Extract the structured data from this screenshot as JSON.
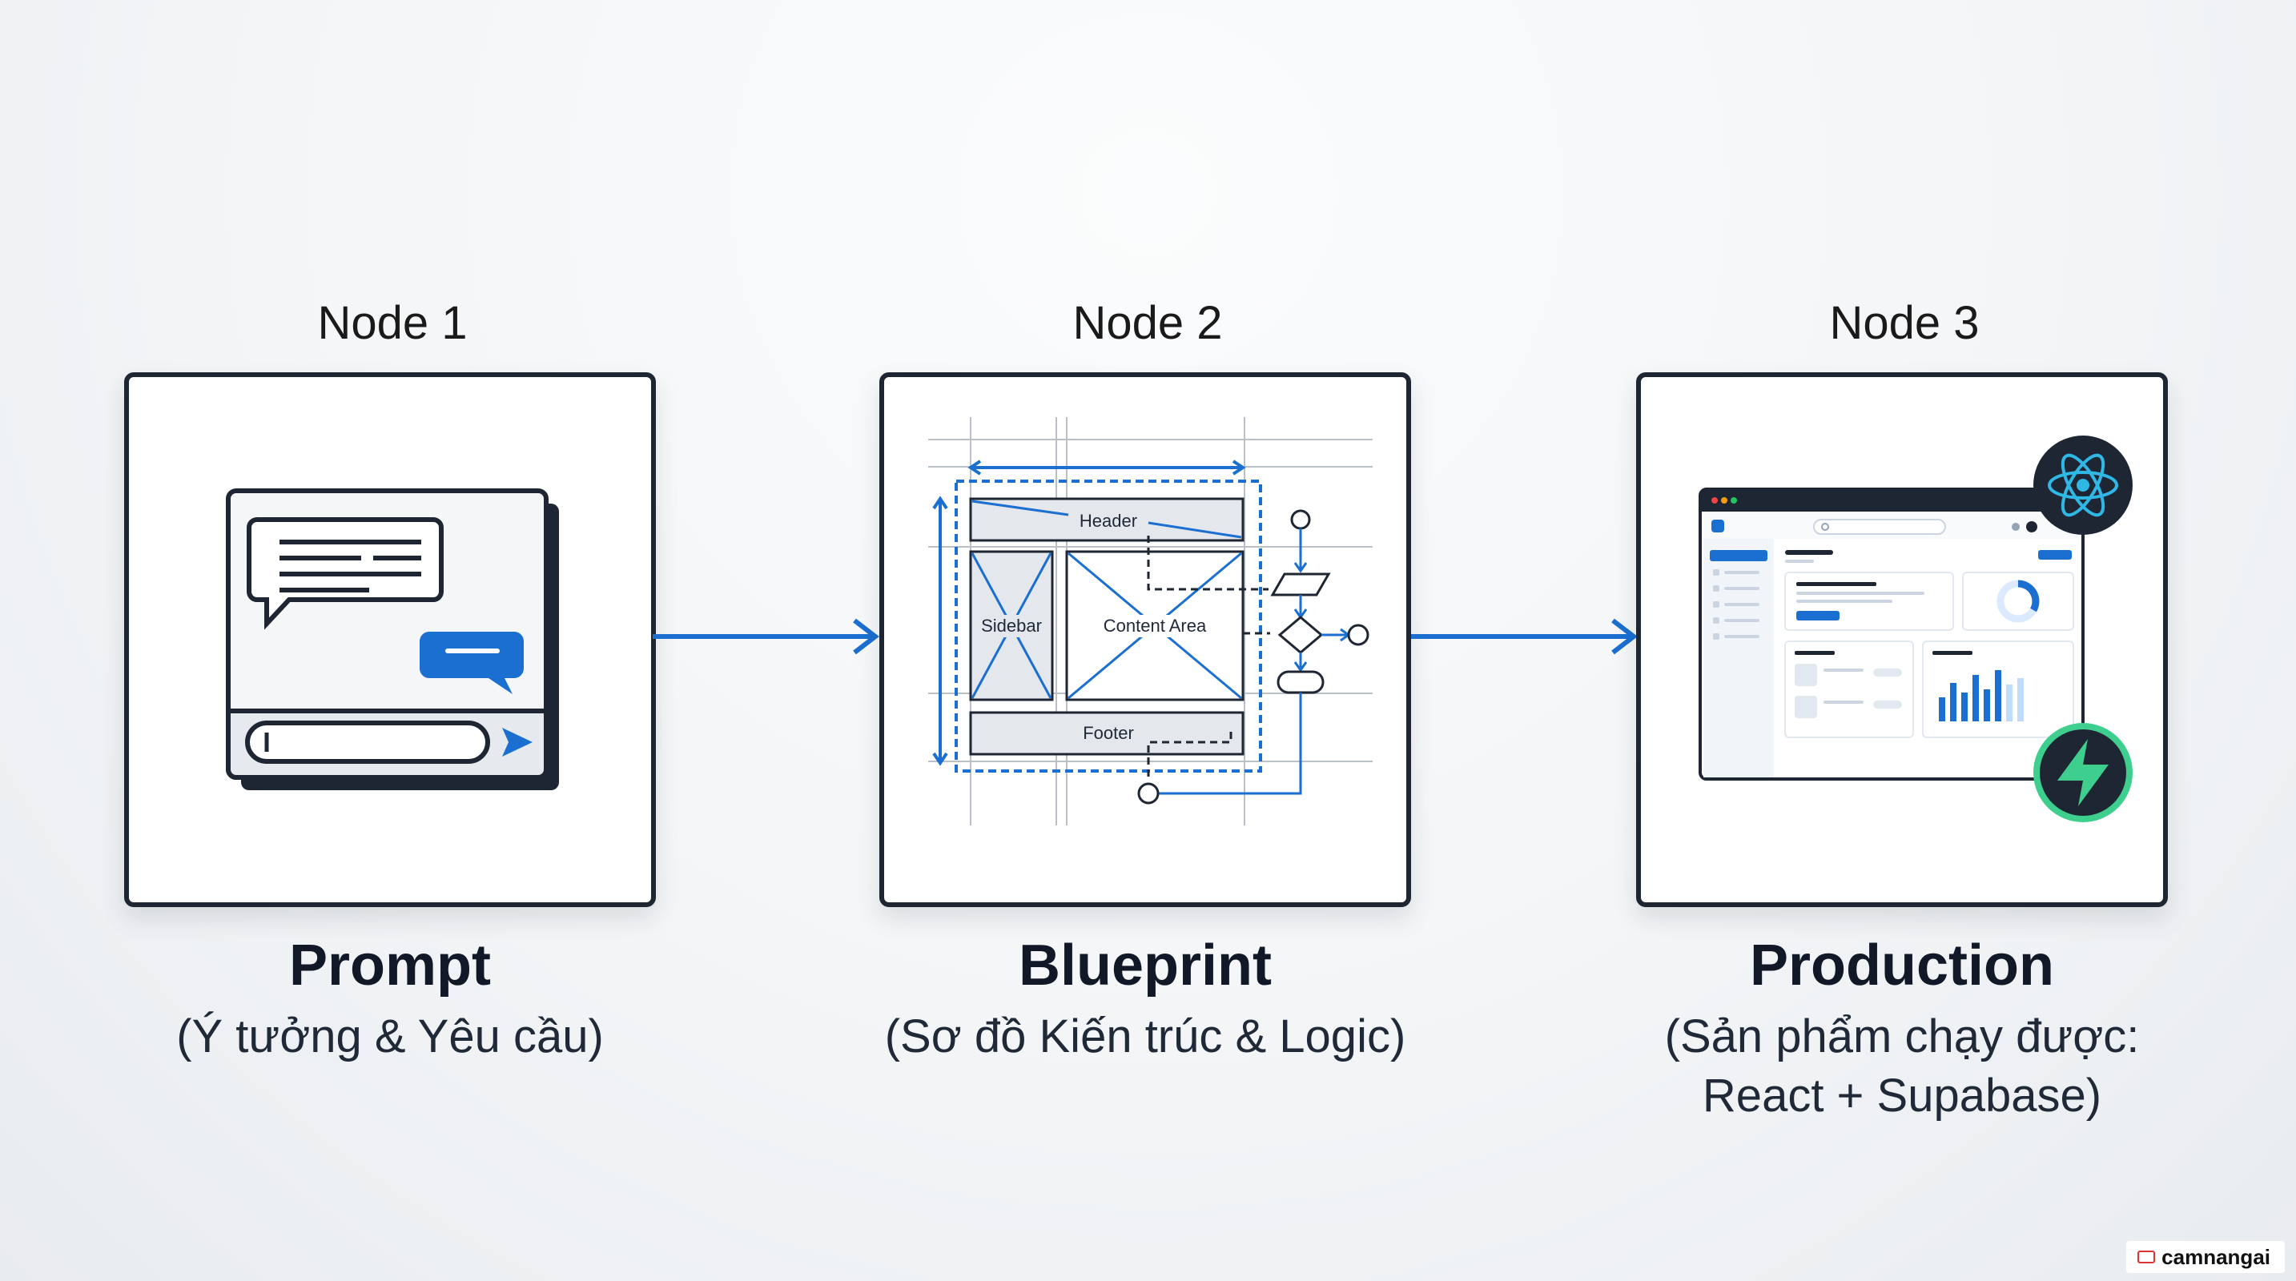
{
  "nodes": [
    {
      "label": "Node 1",
      "title": "Prompt",
      "subtitle": "(Ý tưởng & Yêu cầu)",
      "icons": [
        "chat-window-icon",
        "speech-bubble-icon",
        "send-icon"
      ]
    },
    {
      "label": "Node 2",
      "title": "Blueprint",
      "subtitle": "(Sơ đồ Kiến trúc & Logic)",
      "wireframe": {
        "header": "Header",
        "sidebar": "Sidebar",
        "content": "Content Area",
        "footer": "Footer"
      }
    },
    {
      "label": "Node 3",
      "title": "Production",
      "subtitle_line1": "(Sản phẩm chạy được:",
      "subtitle_line2": "React + Supabase)",
      "icons": [
        "react-icon",
        "supabase-icon",
        "dashboard-icon"
      ]
    }
  ],
  "watermark": "camnangai",
  "colors": {
    "accent_blue": "#1a6fd1",
    "frame_dark": "#1e2633",
    "supabase_green": "#3ecf8e",
    "react_cyan": "#2fb8e6"
  }
}
